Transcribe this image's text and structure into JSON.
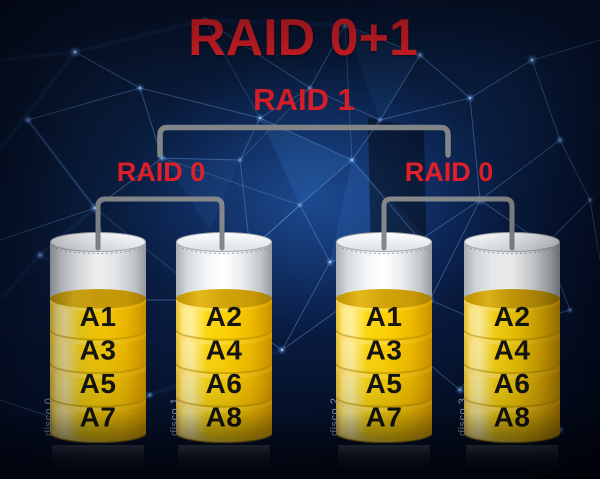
{
  "diagram": {
    "title": "RAID 0+1",
    "mirror_group_label": "RAID 1",
    "stripe_group_left_label": "RAID 0",
    "stripe_group_right_label": "RAID 0",
    "disks": [
      {
        "name": "disco 0",
        "blocks": [
          "A1",
          "A3",
          "A5",
          "A7"
        ]
      },
      {
        "name": "disco 1",
        "blocks": [
          "A2",
          "A4",
          "A6",
          "A8"
        ]
      },
      {
        "name": "disco 2",
        "blocks": [
          "A1",
          "A3",
          "A5",
          "A7"
        ]
      },
      {
        "name": "disco 3",
        "blocks": [
          "A2",
          "A4",
          "A6",
          "A8"
        ]
      }
    ],
    "colors": {
      "title_red": "#ee2329",
      "label_red": "#e2202a",
      "bracket_gray": "#85888b",
      "disk_body_yellow": "#fcd005",
      "disk_top_white": "#ffffff",
      "background_navy": "#0a1c3a"
    }
  }
}
